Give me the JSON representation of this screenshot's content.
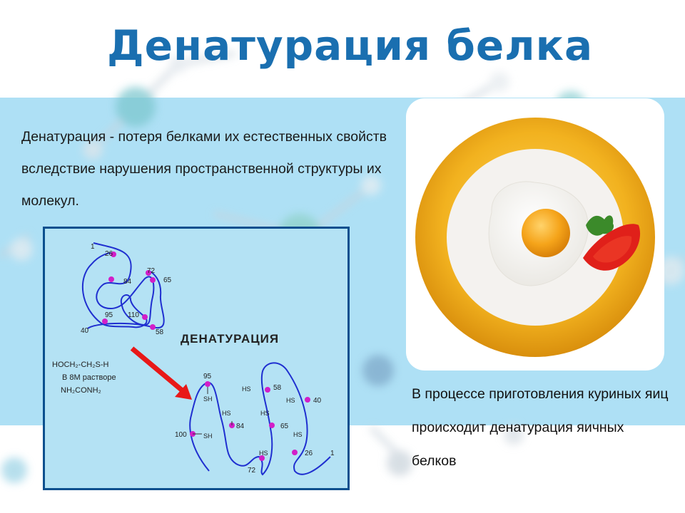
{
  "slide": {
    "title": "Денатурация белка",
    "definition": "Денатурация - потеря белками их естественных свойств вследствие нарушения пространственной структуры их молекул.",
    "caption": "В процессе приготовления куриных яиц происходит денатурация яичных белков"
  },
  "diagram": {
    "label": "ДЕНАТУРАЦИЯ",
    "reagent_line1": "HOCH₂-CH₂S-H",
    "reagent_line2": "В 8М растворе",
    "reagent_line3": "NH₂CONH₂",
    "native_numbers": [
      "1",
      "26",
      "84",
      "72",
      "65",
      "95",
      "110",
      "40",
      "58"
    ],
    "denatured_numbers": [
      "95",
      "58",
      "40",
      "100",
      "84",
      "65",
      "72",
      "26",
      "1"
    ],
    "sh_label": "SH",
    "hs_label": "HS"
  },
  "colors": {
    "title": "#1a6fb0",
    "band": "#aee0f5",
    "chain": "#1f2fd0",
    "residue_dot": "#d21ec8",
    "arrow": "#e81818",
    "plate_rim": "#f2b21f",
    "yolk": "#f5a41a",
    "tomato": "#e0201a"
  }
}
